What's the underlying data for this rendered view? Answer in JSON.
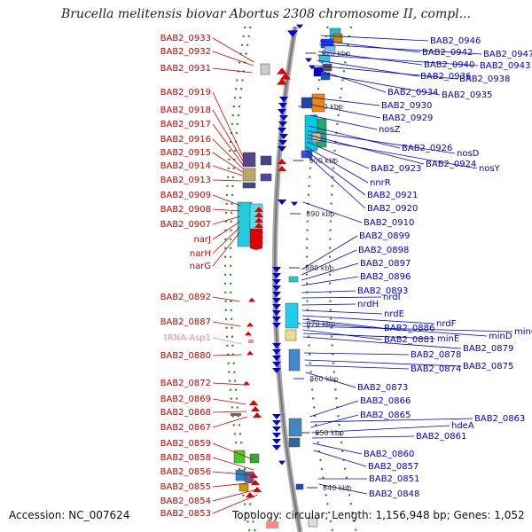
{
  "title": "Brucella melitensis biovar Abortus 2308 chromosome II, compl...",
  "footer": {
    "accession": "Accession: NC_007624",
    "topology": "Topology: circular; Length: 1,156,948 bp; Genes: 1,052"
  },
  "colors": {
    "reverse_label": "#cc0000",
    "forward_label": "#0000cc",
    "trna_label": "#ee88aa",
    "backbone": "#888888",
    "tick": "#228b22"
  },
  "kbp_markers": [
    "920 kbp",
    "910 kbp",
    "900 kbp",
    "890 kbp",
    "880 kbp",
    "870 kbp",
    "860 kbp",
    "850 kbp",
    "840 kbp"
  ],
  "reverse_strand_labels": [
    "BAB2_0933",
    "BAB2_0932",
    "BAB2_0931",
    "BAB2_0919",
    "BAB2_0918",
    "BAB2_0917",
    "BAB2_0916",
    "BAB2_0915",
    "BAB2_0914",
    "BAB2_0913",
    "BAB2_0909",
    "BAB2_0908",
    "BAB2_0907",
    "narJ",
    "narH",
    "narG",
    "BAB2_0892",
    "BAB2_0887",
    "tRNA-Asp1",
    "BAB2_0880",
    "BAB2_0872",
    "BAB2_0869",
    "BAB2_0868",
    "BAB2_0867",
    "BAB2_0859",
    "BAB2_0858",
    "BAB2_0856",
    "BAB2_0855",
    "BAB2_0854",
    "BAB2_0853"
  ],
  "forward_strand_labels": [
    "BAB2_0946",
    "BAB2_0942",
    "BAB2_0947",
    "BAB2_0940",
    "BAB2_0943",
    "BAB2_0936",
    "BAB2_0938",
    "BAB2_0934",
    "BAB2_0935",
    "BAB2_0930",
    "BAB2_0929",
    "nosZ",
    "BAB2_0926",
    "nosD",
    "BAB2_0924",
    "nosY",
    "BAB2_0923",
    "nnrR",
    "BAB2_0921",
    "BAB2_0920",
    "BAB2_0910",
    "BAB2_0899",
    "BAB2_0898",
    "BAB2_0897",
    "BAB2_0896",
    "BAB2_0893",
    "nrdI",
    "nrdH",
    "nrdE",
    "nrdF",
    "BAB2_0886",
    "minD",
    "minC",
    "BAB2_0881",
    "minE",
    "BAB2_0879",
    "BAB2_0878",
    "BAB2_0875",
    "BAB2_0874",
    "BAB2_0873",
    "BAB2_0866",
    "BAB2_0863",
    "BAB2_0865",
    "hdeA",
    "BAB2_0861",
    "BAB2_0860",
    "BAB2_0857",
    "BAB2_0851",
    "BAB2_0848"
  ]
}
